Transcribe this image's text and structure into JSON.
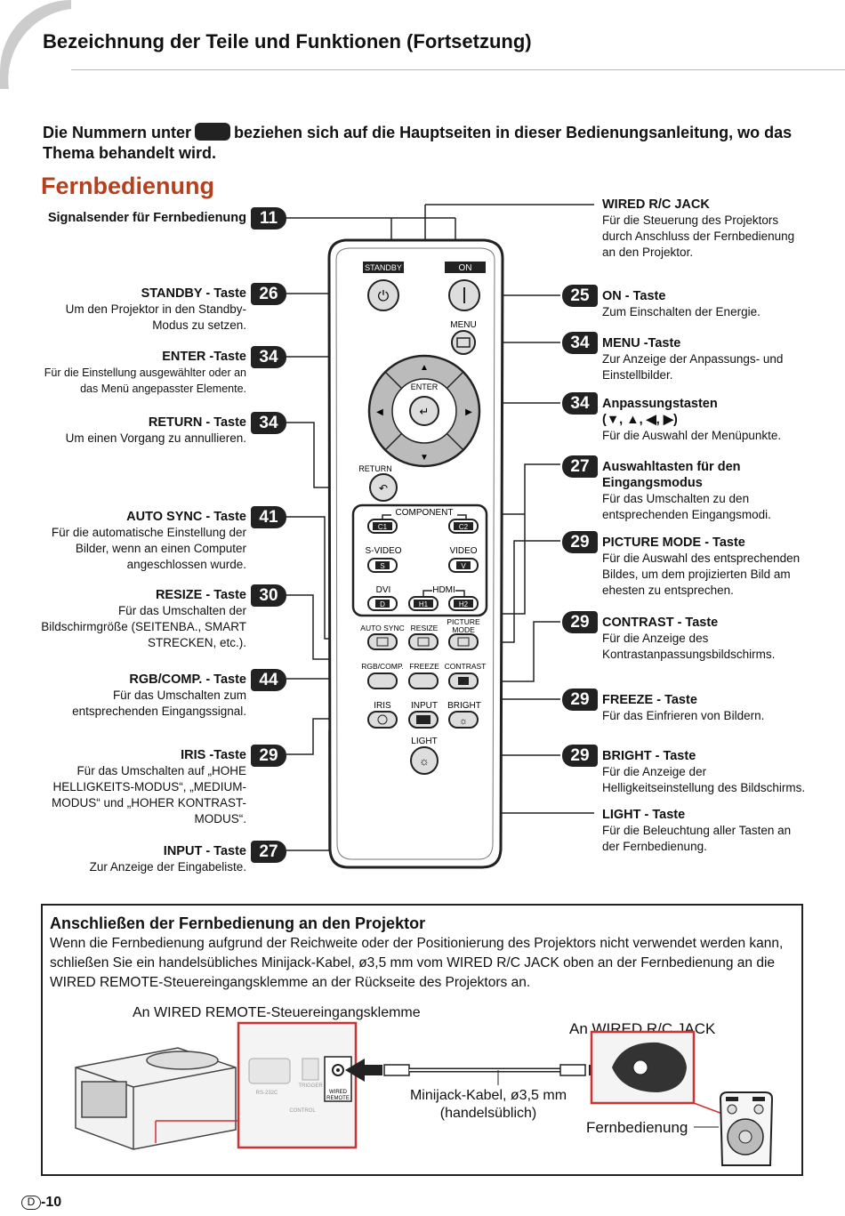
{
  "header": {
    "title": "Bezeichnung der Teile und Funktionen (Fortsetzung)"
  },
  "intro": {
    "before": "Die Nummern unter",
    "after": "beziehen sich auf die Hauptseiten in dieser Bedienungsanleitung, wo das Thema behandelt wird."
  },
  "section": {
    "title": "Fernbedienung"
  },
  "left": [
    {
      "num": "11",
      "title": "Signalsender für Fernbedienung",
      "desc": ""
    },
    {
      "num": "26",
      "title": "STANDBY - Taste",
      "desc": "Um den Projektor in den Standby-Modus zu setzen."
    },
    {
      "num": "34",
      "title": "ENTER -Taste",
      "desc": "Für die Einstellung ausgewählter oder an das Menü angepasster Elemente."
    },
    {
      "num": "34",
      "title": "RETURN - Taste",
      "desc": "Um einen Vorgang zu annullieren."
    },
    {
      "num": "41",
      "title": "AUTO SYNC - Taste",
      "desc": "Für die automatische Einstellung der Bilder, wenn an einen Computer angeschlossen wurde."
    },
    {
      "num": "30",
      "title": "RESIZE - Taste",
      "desc": "Für das Umschalten der Bildschirmgröße (SEITENBA., SMART STRECKEN, etc.)."
    },
    {
      "num": "44",
      "title": "RGB/COMP. - Taste",
      "desc": "Für das Umschalten zum entsprechenden Eingangssignal."
    },
    {
      "num": "29",
      "title": "IRIS -Taste",
      "desc": "Für das Umschalten auf „HOHE HELLIGKEITS-MODUS“, „MEDIUM-MODUS“ und „HOHER KONTRAST-MODUS“."
    },
    {
      "num": "27",
      "title": "INPUT - Taste",
      "desc": "Zur Anzeige der Eingabeliste."
    }
  ],
  "right": [
    {
      "num": "",
      "title": "WIRED R/C JACK",
      "desc": "Für die Steuerung des Projektors durch Anschluss der Fernbedienung an den Projektor."
    },
    {
      "num": "25",
      "title": "ON - Taste",
      "desc": "Zum Einschalten der Energie."
    },
    {
      "num": "34",
      "title": "MENU -Taste",
      "desc": "Zur Anzeige der Anpassungs- und Einstellbilder."
    },
    {
      "num": "34",
      "title": "Anpassungstasten (▼, ▲, ◀, ▶)",
      "desc": "Für die Auswahl der Menüpunkte."
    },
    {
      "num": "27",
      "title": "Auswahltasten für den Eingangsmodus",
      "desc": "Für das Umschalten zu den entsprechenden Eingangsmodi."
    },
    {
      "num": "29",
      "title": "PICTURE MODE - Taste",
      "desc": "Für die Auswahl des entsprechenden Bildes, um dem projizierten Bild am ehesten zu entsprechen."
    },
    {
      "num": "29",
      "title": "CONTRAST - Taste",
      "desc": "Für die Anzeige des Kontrastanpassungsbildschirms."
    },
    {
      "num": "29",
      "title": "FREEZE - Taste",
      "desc": "Für das Einfrieren von Bildern."
    },
    {
      "num": "29",
      "title": "BRIGHT - Taste",
      "desc": "Für die Anzeige der Helligkeitseinstellung des Bildschirms."
    },
    {
      "num": "",
      "title": "LIGHT - Taste",
      "desc": "Für die Beleuchtung aller Tasten an der Fernbedienung."
    }
  ],
  "remote": {
    "standby": "STANDBY",
    "on": "ON",
    "menu": "MENU",
    "enter": "ENTER",
    "return": "RETURN",
    "component": "COMPONENT",
    "c1": "C1",
    "c2": "C2",
    "svideo": "S-VIDEO",
    "s": "S",
    "video": "VIDEO",
    "v": "V",
    "dvi": "DVI",
    "d": "D",
    "hdmi": "HDMI",
    "h1": "H1",
    "h2": "H2",
    "autosync": "AUTO SYNC",
    "resize": "RESIZE",
    "picture": "PICTURE",
    "mode": "MODE",
    "rgbcomp": "RGB/COMP.",
    "freeze": "FREEZE",
    "contrast": "CONTRAST",
    "iris": "IRIS",
    "input": "INPUT",
    "bright": "BRIGHT",
    "light": "LIGHT"
  },
  "box": {
    "title": "Anschließen der Fernbedienung an den Projektor",
    "text": "Wenn die Fernbedienung aufgrund der Reichweite oder der Positionierung des Projektors nicht verwendet werden kann, schließen Sie ein handelsübliches Minijack-Kabel, ø3,5 mm vom WIRED R/C JACK oben an der Fernbedienung an die WIRED REMOTE-Steuereingangsklemme an der Rückseite des Projektors an.",
    "cap_left": "An WIRED REMOTE-Steuereingangsklemme",
    "cap_right": "An WIRED R/C JACK",
    "cable1": "Minijack-Kabel, ø3,5 mm",
    "cable2": "(handelsüblich)",
    "remote_cap": "Fernbedienung",
    "panel_rs": "RS-232C",
    "panel_trigger": "TRIGGER",
    "panel_wired": "WIRED",
    "panel_remote": "REMOTE",
    "panel_control": "CONTROL"
  },
  "footer": {
    "letter": "D",
    "page": "-10"
  }
}
